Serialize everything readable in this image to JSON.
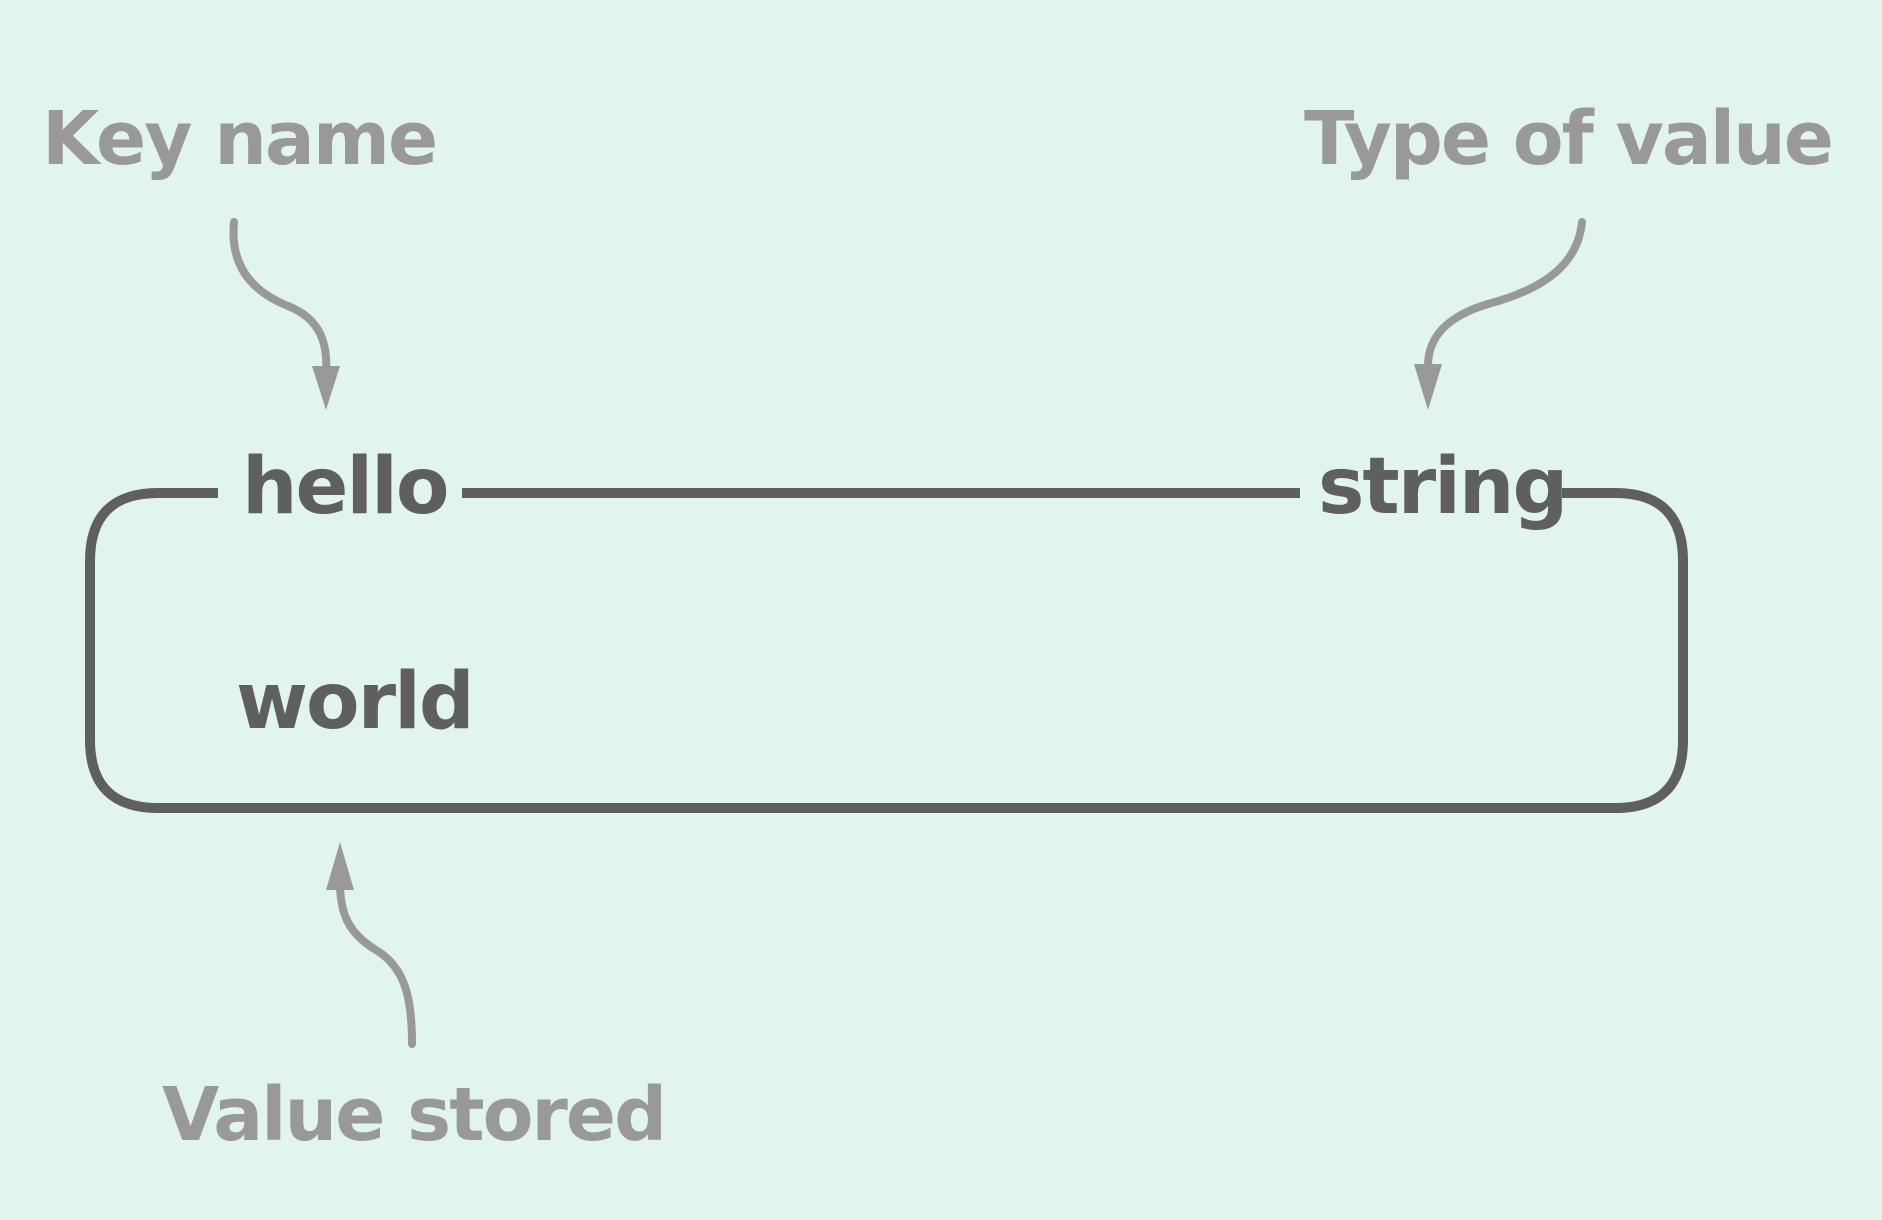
{
  "diagram": {
    "annotations": {
      "key_name": "Key name",
      "type_of_value": "Type of value",
      "value_stored": "Value stored"
    },
    "entry": {
      "key": "hello",
      "type": "string",
      "value": "world"
    },
    "colors": {
      "background": "#e2f5ec",
      "annotation": "#999999",
      "box": "#5f5f5f"
    }
  }
}
